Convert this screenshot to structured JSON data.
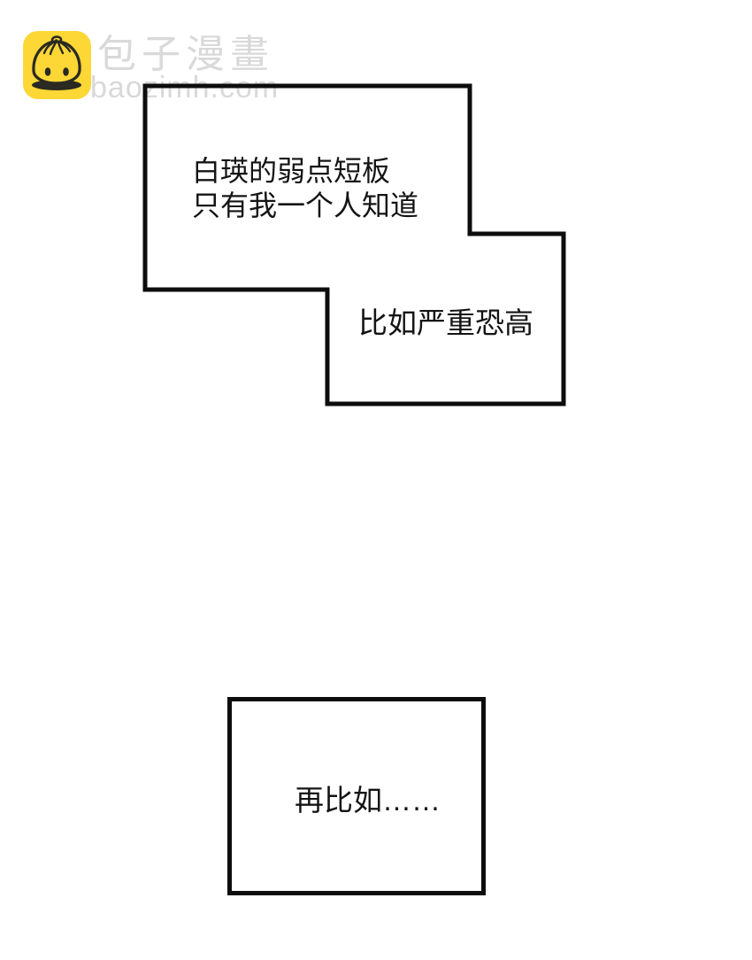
{
  "watermark": {
    "brand_cn": "包子漫畫",
    "brand_url": "baozimh.com",
    "text_color": "#d9d9d9",
    "logo": {
      "icon": "baozi-bun-face-icon",
      "bg_color": "#fcd736",
      "line_color": "#2a2922"
    }
  },
  "panels": {
    "outline_color": "#0d0d0d",
    "text_color": "#141414",
    "bubble_top": {
      "line1": "白瑛的弱点短板",
      "line2": "只有我一个人知道"
    },
    "bubble_mid": {
      "line1": "比如严重恐高"
    },
    "bubble_bottom": {
      "line1": "再比如……"
    }
  }
}
